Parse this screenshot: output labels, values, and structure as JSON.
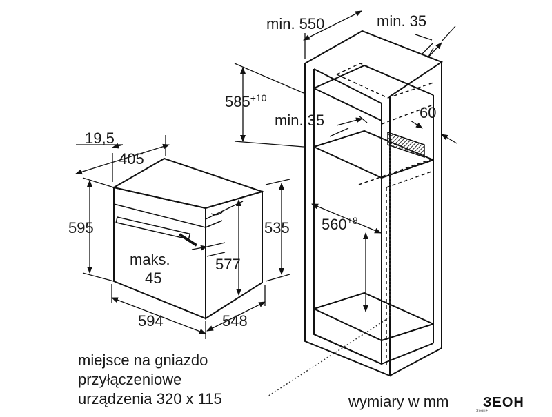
{
  "dimensions": {
    "oven_depth_trim": "19,5",
    "oven_body_depth": "405",
    "oven_height": "595",
    "oven_body_height": "535",
    "oven_inner_height": "577",
    "oven_width": "594",
    "oven_depth": "548",
    "oven_gap_label": "maks.",
    "oven_gap_value": "45",
    "cabinet_depth_label": "min. 550",
    "cabinet_side_label": "min. 35",
    "niche_height": "585",
    "niche_height_tol": "+10",
    "ventilation_gap_label": "min. 35",
    "vent_depth": "60",
    "niche_width": "560",
    "niche_width_tol": "+8"
  },
  "notes": {
    "socket_line1": "miejsce na gniazdo",
    "socket_line2": "przyłączeniowe",
    "socket_line3": "urządzenia 320 x 115",
    "units": "wymiary w mm"
  },
  "logo": {
    "text": "ЗЕОН",
    "small": "Зеон+"
  }
}
